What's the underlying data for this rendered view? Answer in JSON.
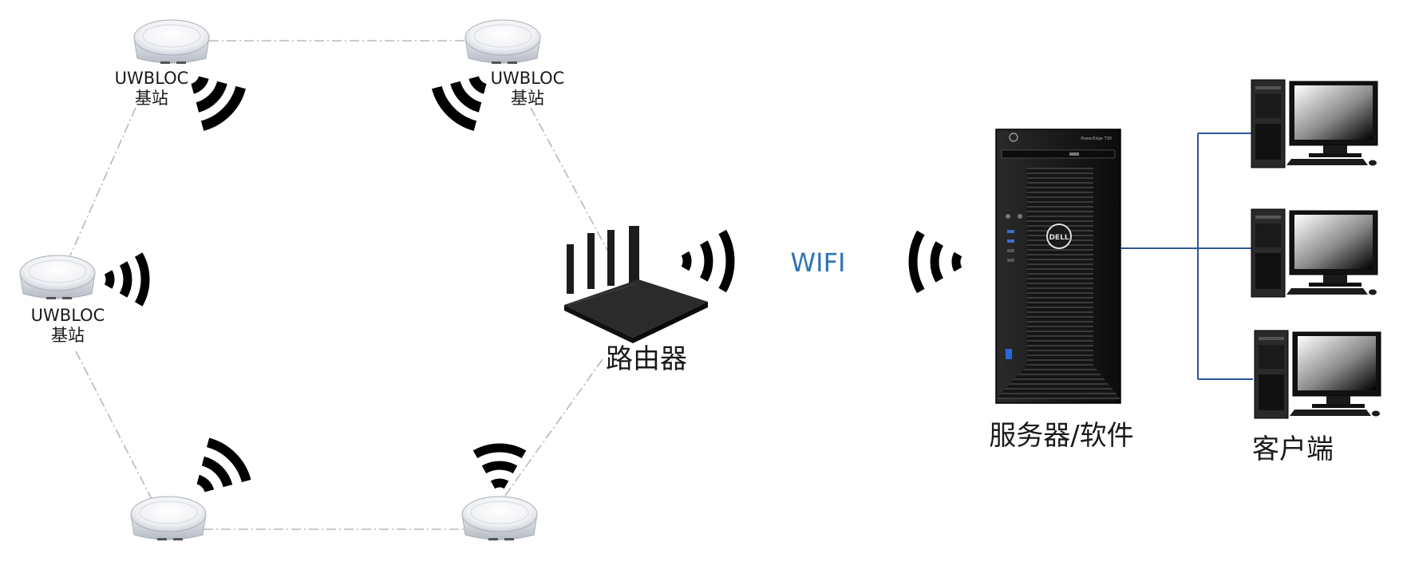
{
  "anchors": {
    "top_left": {
      "name": "UWBLOC",
      "sub": "基站"
    },
    "top_right": {
      "name": "UWBLOC",
      "sub": "基站"
    },
    "mid_left": {
      "name": "UWBLOC",
      "sub": "基站"
    }
  },
  "router_label": "路由器",
  "wifi_label": "WIFI",
  "server_label": "服务器/软件",
  "client_label": "客户端",
  "server_brand": "DELL",
  "server_model": "PowerEdge T30",
  "colors": {
    "anchor_line": "#b8b8b8",
    "client_link": "#2f5597",
    "wifi_text": "#2e75b6",
    "wave": "#000000"
  }
}
